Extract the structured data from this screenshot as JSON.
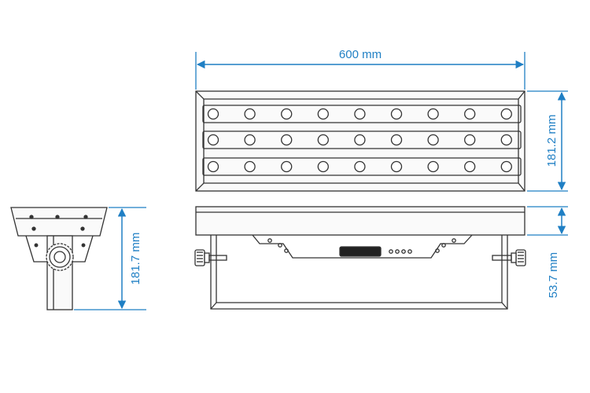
{
  "dimensions": {
    "width_label": "600 mm",
    "front_height_label": "181.2 mm",
    "side_height_label": "181.7 mm",
    "depth_label": "53.7 mm"
  },
  "led_grid": {
    "rows": 3,
    "columns": 9
  },
  "colors": {
    "dimension": "#1f7fc4",
    "outline": "#333333"
  }
}
